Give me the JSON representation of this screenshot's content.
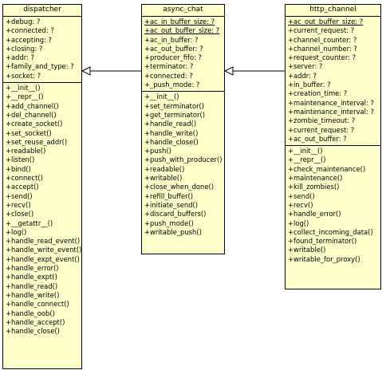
{
  "classes": [
    {
      "key": "dispatcher",
      "name": "dispatcher",
      "attributes": [
        {
          "text": "+debug: ?",
          "underline": false
        },
        {
          "text": "+connected: ?",
          "underline": false
        },
        {
          "text": "+accepting: ?",
          "underline": false
        },
        {
          "text": "+closing: ?",
          "underline": false
        },
        {
          "text": "+addr: ?",
          "underline": false
        },
        {
          "text": "+family_and_type: ?",
          "underline": false
        },
        {
          "text": "+socket: ?",
          "underline": false
        }
      ],
      "operations": [
        "+__init__()",
        "+__repr__()",
        "+add_channel()",
        "+del_channel()",
        "+create_socket()",
        "+set_socket()",
        "+set_reuse_addr()",
        "+readable()",
        "+listen()",
        "+bind()",
        "+connect()",
        "+accept()",
        "+send()",
        "+recv()",
        "+close()",
        "+__getattr__()",
        "+log()",
        "+handle_read_event()",
        "+handle_write_event()",
        "+handle_expt_event()",
        "+handle_error()",
        "+handle_expt()",
        "+handle_read()",
        "+handle_write()",
        "+handle_connect()",
        "+handle_oob()",
        "+handle_accept()",
        "+handle_close()"
      ]
    },
    {
      "key": "async_chat",
      "name": "async_chat",
      "attributes": [
        {
          "text": "+ac_in_buffer_size: ?",
          "underline": true
        },
        {
          "text": "+ac_out_buffer_size: ?",
          "underline": true
        },
        {
          "text": "+ac_in_buffer: ?",
          "underline": false
        },
        {
          "text": "+ac_out_buffer: ?",
          "underline": false
        },
        {
          "text": "+producer_fifo: ?",
          "underline": false
        },
        {
          "text": "+terminator: ?",
          "underline": false
        },
        {
          "text": "+connected: ?",
          "underline": false
        },
        {
          "text": "+_push_mode: ?",
          "underline": false
        }
      ],
      "operations": [
        "+__init__()",
        "+set_terminator()",
        "+get_terminator()",
        "+handle_read()",
        "+handle_write()",
        "+handle_close()",
        "+push()",
        "+push_with_producer()",
        "+readable()",
        "+writable()",
        "+close_when_done()",
        "+refill_buffer()",
        "+initiate_send()",
        "+discard_buffers()",
        "+push_mode()",
        "+writable_push()"
      ]
    },
    {
      "key": "http_channel",
      "name": "http_channel",
      "attributes": [
        {
          "text": "+ac_out_buffer_size: ?",
          "underline": true
        },
        {
          "text": "+current_request: ?",
          "underline": false
        },
        {
          "text": "+channel_counter: ?",
          "underline": false
        },
        {
          "text": "+channel_number: ?",
          "underline": false
        },
        {
          "text": "+request_counter: ?",
          "underline": false
        },
        {
          "text": "+server: ?",
          "underline": false
        },
        {
          "text": "+addr: ?",
          "underline": false
        },
        {
          "text": "+in_buffer: ?",
          "underline": false
        },
        {
          "text": "+creation_time: ?",
          "underline": false
        },
        {
          "text": "+maintenance_interval: ?",
          "underline": false
        },
        {
          "text": "+maintenance_interval: ?",
          "underline": false
        },
        {
          "text": "+zombie_timeout: ?",
          "underline": false
        },
        {
          "text": "+current_request: ?",
          "underline": false
        },
        {
          "text": "+ac_out_buffer: ?",
          "underline": false
        }
      ],
      "operations": [
        "+__init__()",
        "+__repr__()",
        "+check_maintenance()",
        "+maintenance()",
        "+kill_zombies()",
        "+send()",
        "+recv()",
        "+handle_error()",
        "+log()",
        "+collect_incoming_data()",
        "+found_terminator()",
        "+writable()",
        "+writable_for_proxy()"
      ]
    }
  ],
  "relations": [
    {
      "type": "generalization",
      "from": "async_chat",
      "to": "dispatcher"
    },
    {
      "type": "generalization",
      "from": "http_channel",
      "to": "async_chat"
    }
  ]
}
